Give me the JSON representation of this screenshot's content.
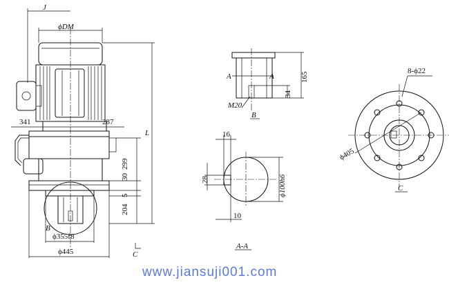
{
  "drawing": {
    "labels": {
      "j": "J",
      "dm": "ϕDM",
      "l": "L",
      "d341": "341",
      "d287": "287",
      "d299": "299",
      "d30": "30",
      "d5": "5",
      "d204": "204",
      "phi355": "ϕ355f8",
      "phi445": "ϕ445",
      "b_main": "B",
      "c_main": "C",
      "d165": "165",
      "d34": "34",
      "m20": "M20",
      "b_view": "B",
      "a_left": "A",
      "a_right": "A",
      "d16": "16",
      "d28": "28",
      "d10": "10",
      "phi100": "ϕ100h6",
      "aa": "A-A",
      "holes": "8-ϕ22",
      "phi405": "ϕ405",
      "c_view": "C"
    },
    "watermark": "www.jiansuji001.com"
  }
}
